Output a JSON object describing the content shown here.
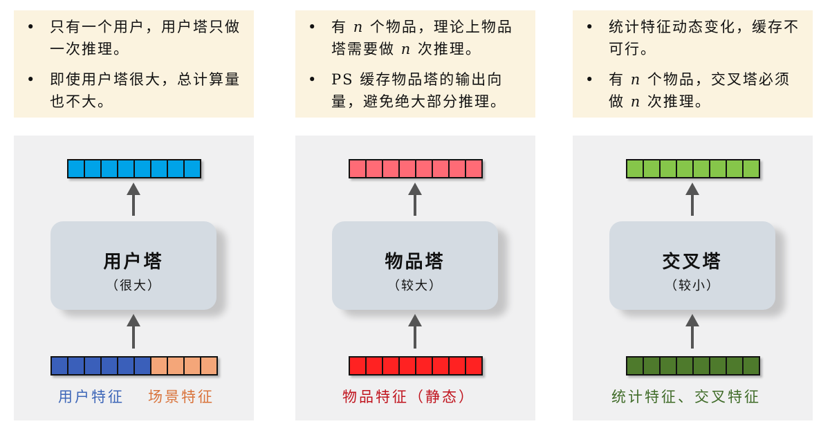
{
  "columns": [
    {
      "notes": [
        "只有一个用户，用户塔只做一次推理。",
        "即使用户塔很大，总计算量也不大。"
      ],
      "tower_title": "用户塔",
      "tower_sub": "（很大）",
      "labels": [
        {
          "text": "用户特征",
          "color": "#3d66b8"
        },
        {
          "text": "场景特征",
          "color": "#d9733b"
        }
      ]
    },
    {
      "notes": [
        "有 n 个物品，理论上物品塔需要做 n 次推理。",
        "PS 缓存物品塔的输出向量，避免绝大部分推理。"
      ],
      "tower_title": "物品塔",
      "tower_sub": "（较大）",
      "labels": [
        {
          "text": "物品特征（静态）",
          "color": "#c0141e"
        }
      ]
    },
    {
      "notes": [
        "统计特征动态变化，缓存不可行。",
        "有 n 个物品，交叉塔必须做 n 次推理。"
      ],
      "tower_title": "交叉塔",
      "tower_sub": "（较小）",
      "labels": [
        {
          "text": "统计特征、交叉特征",
          "color": "#3f6b28"
        }
      ]
    }
  ],
  "colors": {
    "user_out": "#00a3e8",
    "user_feat": "#3a5fba",
    "scene_feat": "#f4a679",
    "item_out": "#ff6b76",
    "item_feat": "#ff2222",
    "cross_out": "#86c64a",
    "cross_feat": "#4e7a2c"
  }
}
